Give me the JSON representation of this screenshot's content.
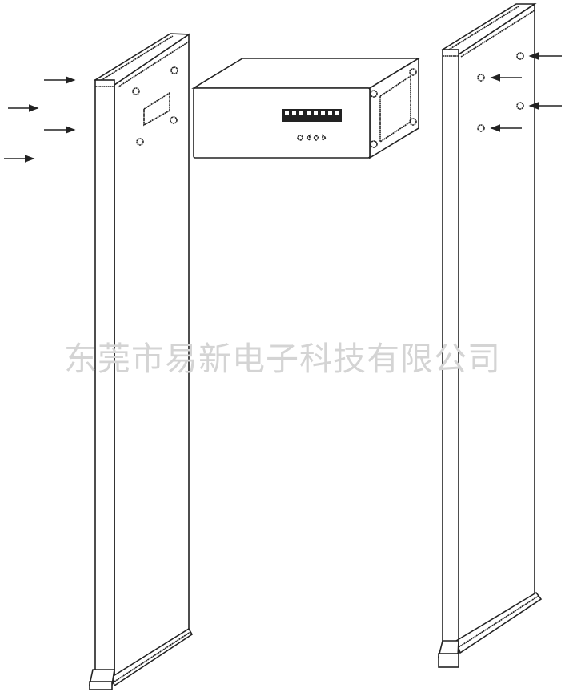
{
  "watermark": "东莞市易新电子科技有限公司",
  "figure": {
    "subject": "walk-through-metal-detector",
    "components": [
      "left-panel",
      "right-panel",
      "control-box"
    ],
    "left_arrows": 4,
    "right_arrows": 4
  }
}
